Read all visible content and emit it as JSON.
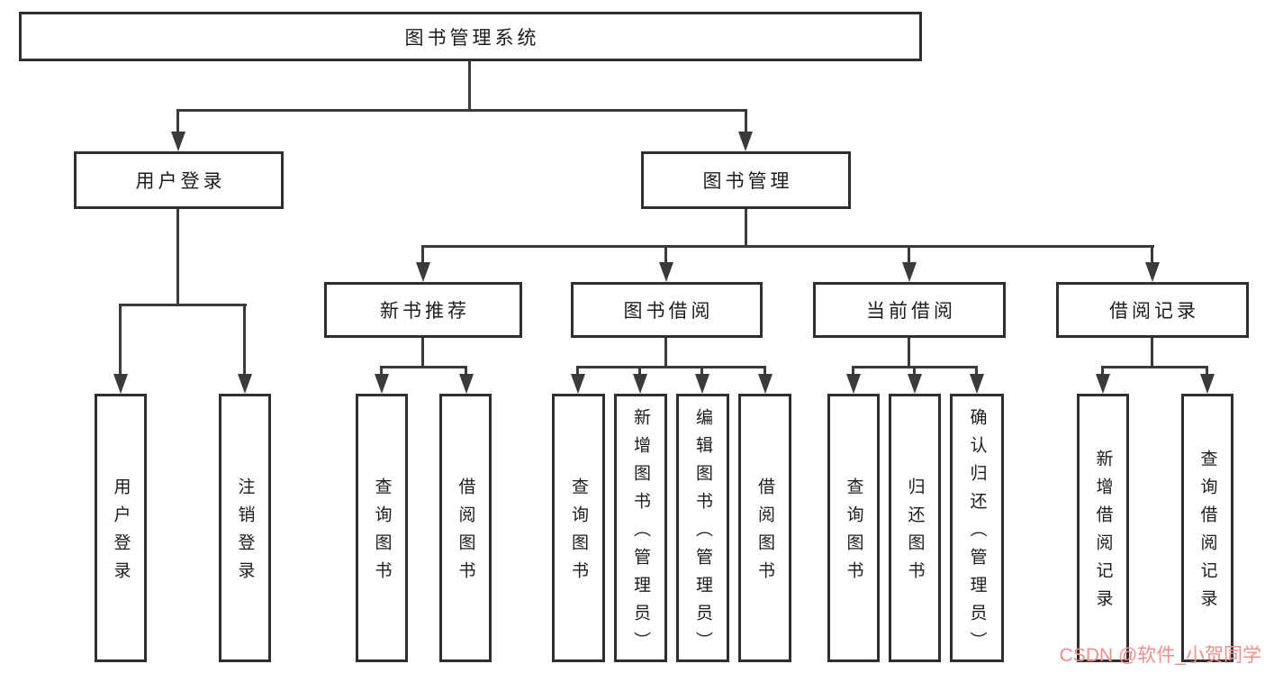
{
  "diagram_title": "图书管理系统",
  "nodes": {
    "root": {
      "label": "图书管理系统"
    },
    "branches": [
      {
        "label": "用户登录"
      },
      {
        "label": "图书管理"
      }
    ],
    "modules": [
      {
        "label": "新书推荐",
        "parent": "图书管理"
      },
      {
        "label": "图书借阅",
        "parent": "图书管理"
      },
      {
        "label": "当前借阅",
        "parent": "图书管理"
      },
      {
        "label": "借阅记录",
        "parent": "图书管理"
      }
    ],
    "leaves": [
      {
        "label": "用户登录",
        "parent": "用户登录"
      },
      {
        "label": "注销登录",
        "parent": "用户登录"
      },
      {
        "label": "查询图书",
        "parent": "新书推荐"
      },
      {
        "label": "借阅图书",
        "parent": "新书推荐"
      },
      {
        "label": "查询图书",
        "parent": "图书借阅"
      },
      {
        "label": "新增图书（管理员）",
        "parent": "图书借阅"
      },
      {
        "label": "编辑图书（管理员）",
        "parent": "图书借阅"
      },
      {
        "label": "借阅图书",
        "parent": "图书借阅"
      },
      {
        "label": "查询图书",
        "parent": "当前借阅"
      },
      {
        "label": "归还图书",
        "parent": "当前借阅"
      },
      {
        "label": "确认归还（管理员）",
        "parent": "当前借阅"
      },
      {
        "label": "新增借阅记录",
        "parent": "借阅记录"
      },
      {
        "label": "查询借阅记录",
        "parent": "借阅记录"
      }
    ]
  },
  "watermark": {
    "text": "CSDN @软件_小贺同学",
    "color": "#ef8f8b"
  },
  "colors": {
    "line": "#3a3a3a",
    "box_border": "#2f2f2f",
    "text": "#1c1c1c",
    "background": "#ffffff"
  }
}
